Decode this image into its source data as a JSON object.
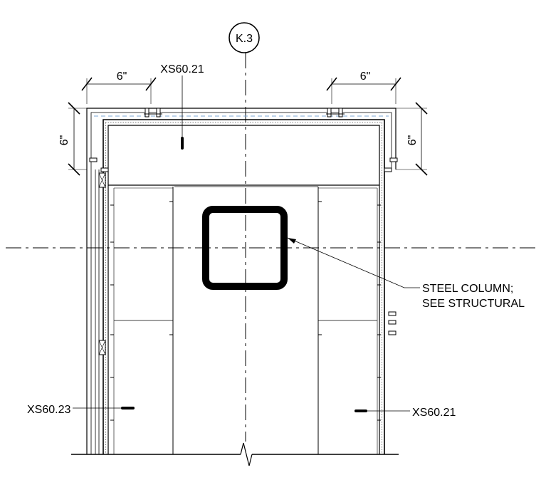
{
  "grid": {
    "bubble_label": "K.3"
  },
  "dimensions": {
    "top_left": "6\"",
    "top_right": "6\"",
    "side_left": "6\"",
    "side_right": "6\""
  },
  "callouts": {
    "top": "XS60.21",
    "bottom_left": "XS60.23",
    "bottom_right": "XS60.21",
    "column_line1": "STEEL COLUMN;",
    "column_line2": "SEE STRUCTURAL"
  }
}
